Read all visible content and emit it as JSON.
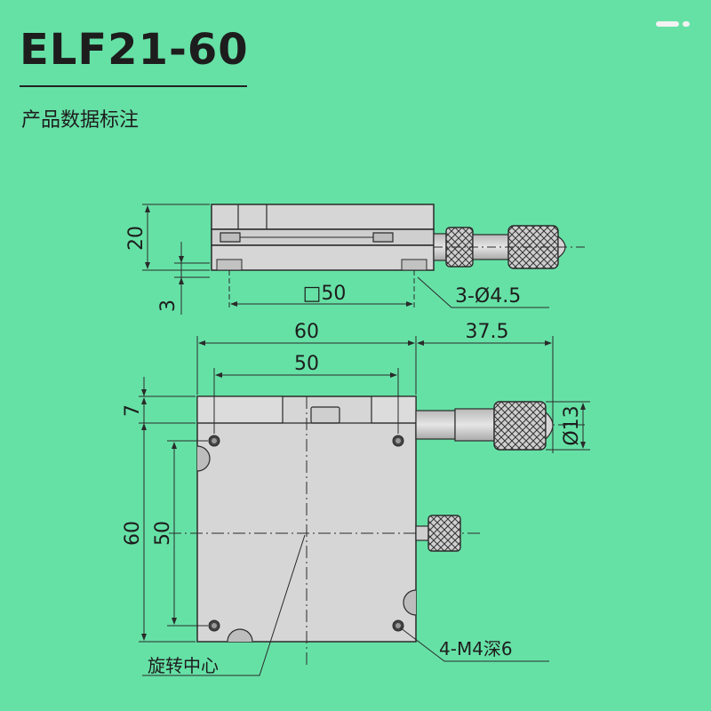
{
  "header": {
    "title": "ELF21-60",
    "subtitle": "产品数据标注"
  },
  "side_view": {
    "dim_height": "20",
    "dim_base": "3",
    "dim_square": "□50",
    "dim_holes": "3-Ø4.5"
  },
  "top_view": {
    "dim_width": "60",
    "dim_micrometer": "37.5",
    "dim_hole_spacing_x": "50",
    "dim_offset": "7",
    "dim_height": "60",
    "dim_hole_spacing_y": "50",
    "dim_knob_dia": "Ø13",
    "label_tapped_holes": "4-M4深6",
    "label_rotation_center": "旋转中心"
  },
  "colors": {
    "background": "#66e1a6",
    "part_fill": "#d6d6d6",
    "outline": "#2a2a2a"
  }
}
